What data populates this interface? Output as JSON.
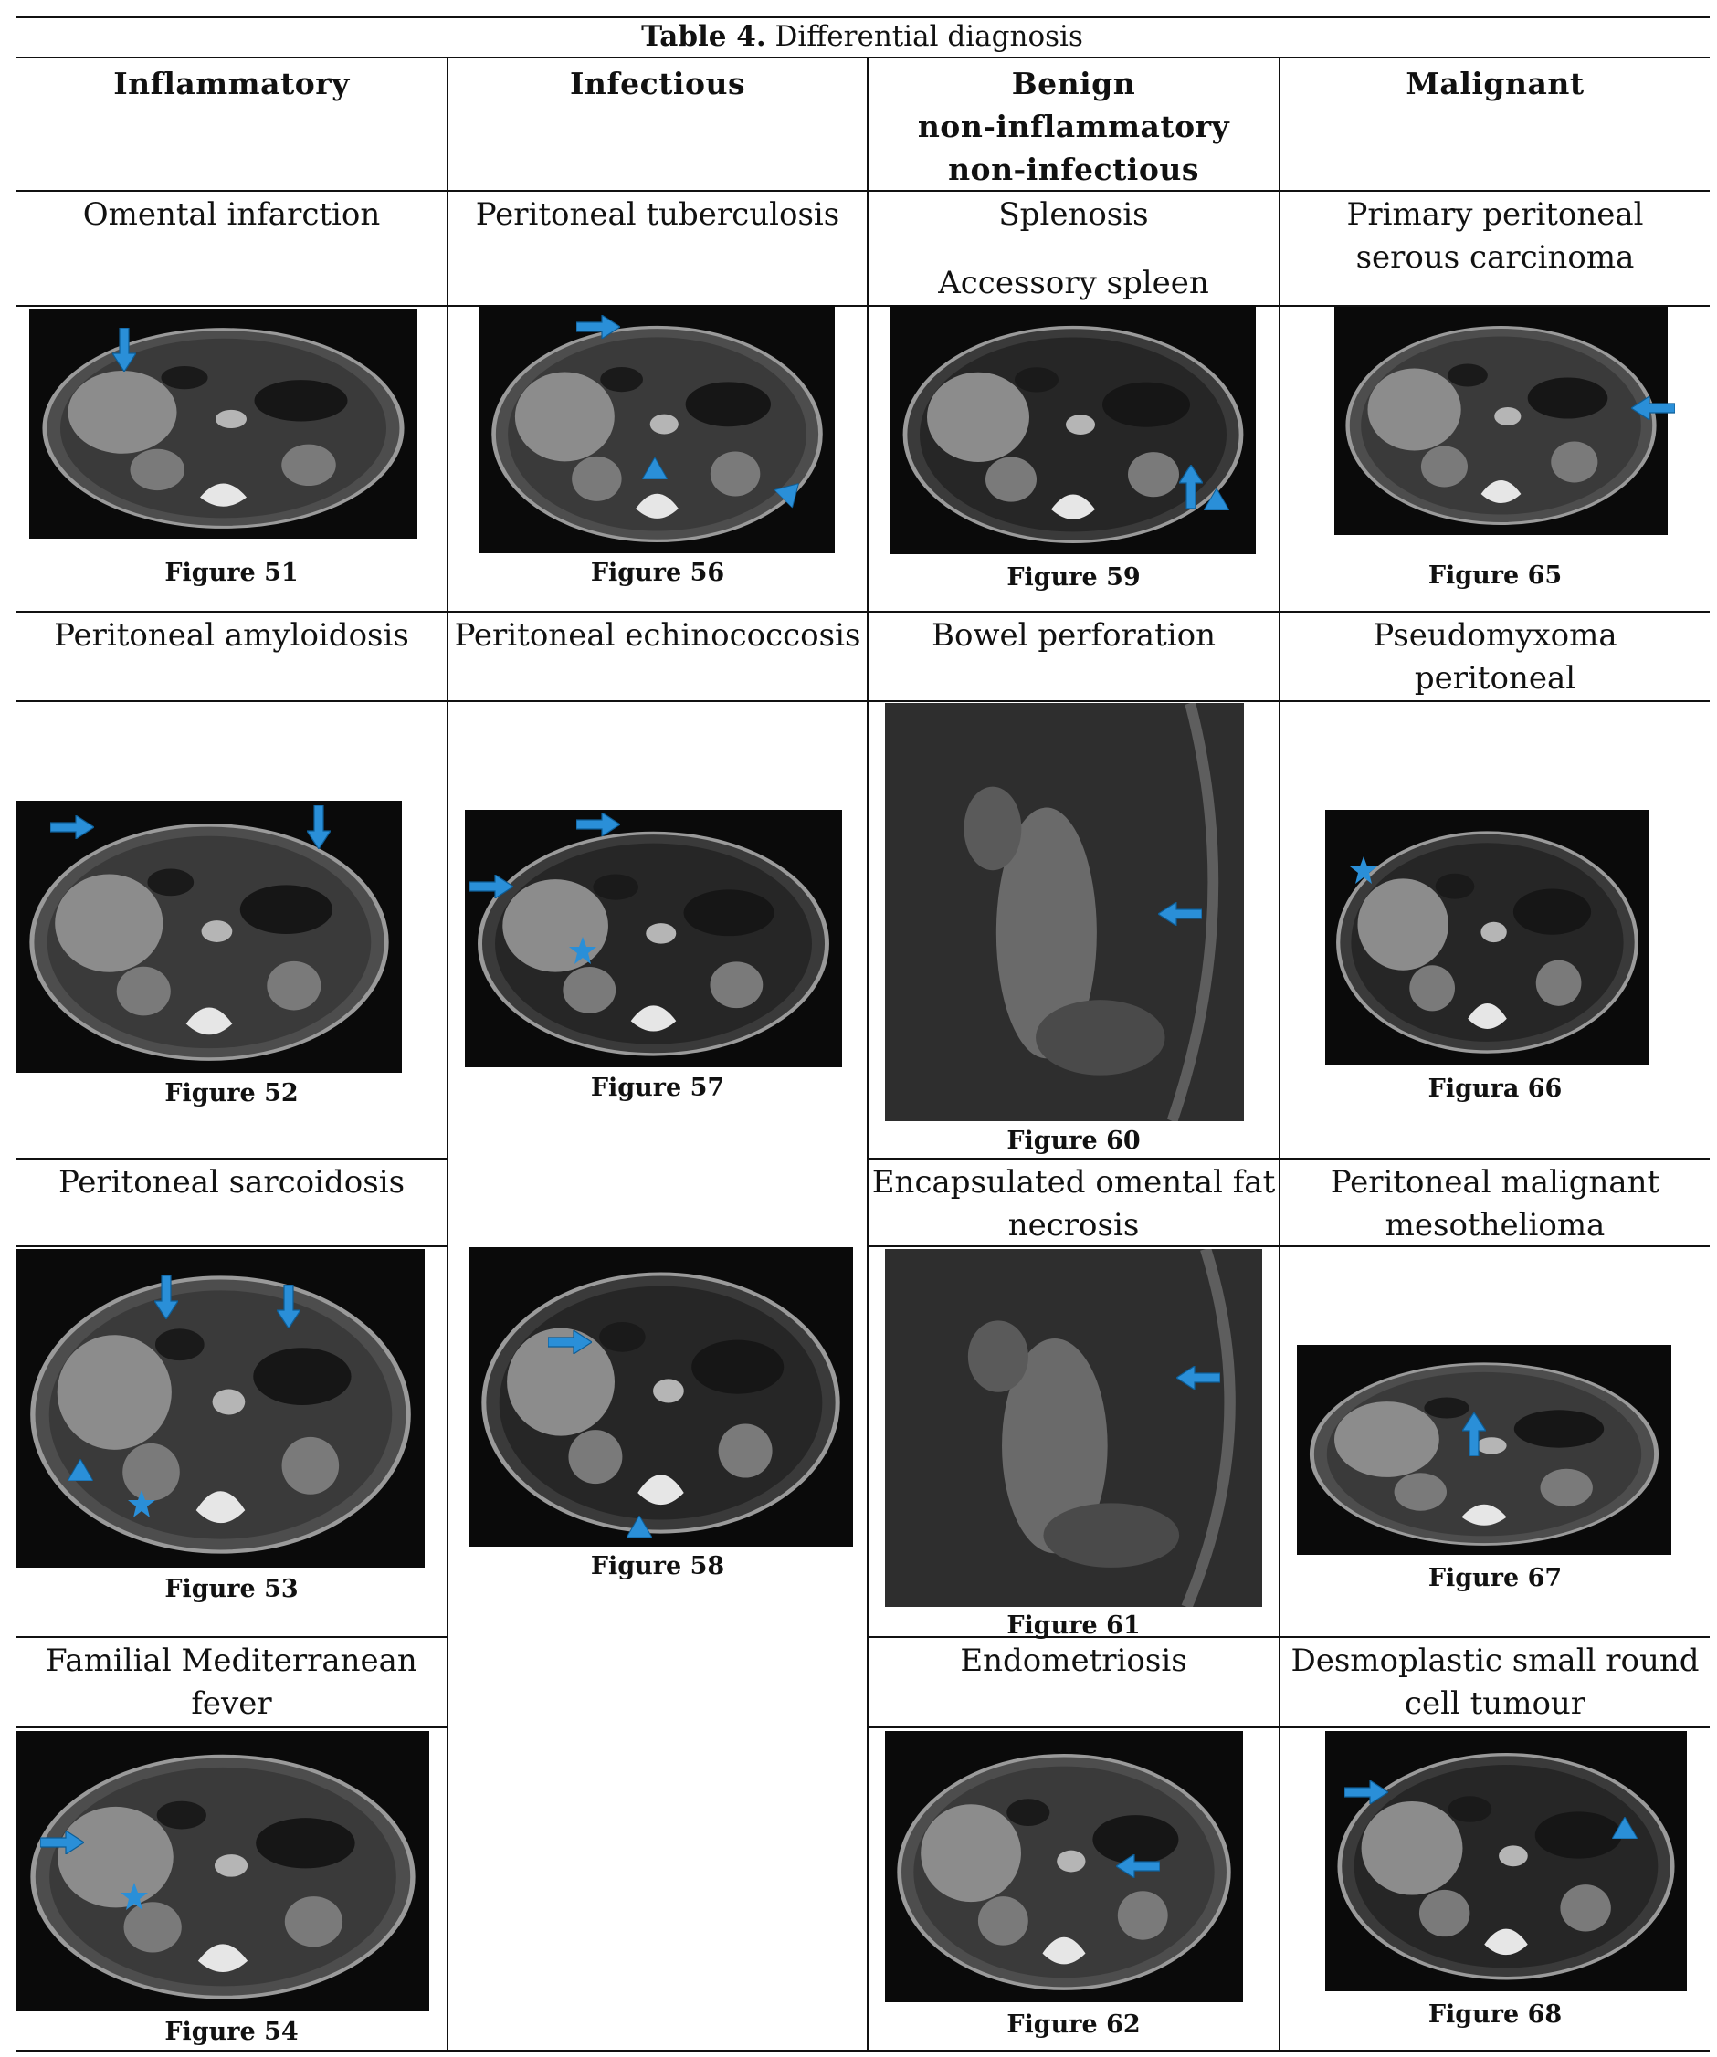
{
  "table": {
    "label": "Table 4.",
    "title": "Differential diagnosis"
  },
  "columns": [
    {
      "lines": [
        "Inflammatory"
      ]
    },
    {
      "lines": [
        "Infectious"
      ]
    },
    {
      "lines": [
        "Benign",
        "non-inflammatory",
        "non-infectious"
      ]
    },
    {
      "lines": [
        "Malignant"
      ]
    }
  ],
  "entries": {
    "omental_infarction": {
      "lines": [
        "Omental infarction"
      ],
      "caption": "Figure 51"
    },
    "peritoneal_amyloidosis": {
      "lines": [
        "Peritoneal amyloidosis"
      ],
      "caption": "Figure 52"
    },
    "peritoneal_sarcoidosis": {
      "lines": [
        "Peritoneal sarcoidosis"
      ],
      "caption": "Figure 53"
    },
    "fmf": {
      "lines": [
        "Familial Mediterranean",
        "fever"
      ],
      "caption": "Figure 54"
    },
    "peritoneal_tuberculosis": {
      "lines": [
        "Peritoneal tuberculosis"
      ],
      "caption": "Figure 56"
    },
    "peritoneal_echinococcosis": {
      "lines": [
        "Peritoneal echinococcosis"
      ],
      "caption": "Figure 57",
      "caption2": "Figure 58"
    },
    "splenosis": {
      "lines": [
        "Splenosis"
      ],
      "line2": "Accessory spleen",
      "caption": "Figure 59"
    },
    "bowel_perforation": {
      "lines": [
        "Bowel perforation"
      ],
      "caption": "Figure 60"
    },
    "omental_fat_necrosis": {
      "lines": [
        "Encapsulated omental fat",
        "necrosis"
      ],
      "caption": "Figure 61"
    },
    "endometriosis": {
      "lines": [
        "Endometriosis"
      ],
      "caption": "Figure 62"
    },
    "ppsc": {
      "lines": [
        "Primary peritoneal",
        "serous carcinoma"
      ],
      "caption": "Figure 65"
    },
    "pseudomyxoma": {
      "lines": [
        "Pseudomyxoma",
        "peritoneal"
      ],
      "caption": "Figura 66"
    },
    "mesothelioma": {
      "lines": [
        "Peritoneal malignant",
        "mesothelioma"
      ],
      "caption": "Figure 67"
    },
    "dsrct": {
      "lines": [
        "Desmoplastic small round",
        "cell tumour"
      ],
      "caption": "Figure 68"
    }
  },
  "marker_color": "#2a8fd8",
  "icons": {
    "arrow": "arrow-icon",
    "arrowhead": "arrowhead-icon",
    "star": "star-icon"
  }
}
